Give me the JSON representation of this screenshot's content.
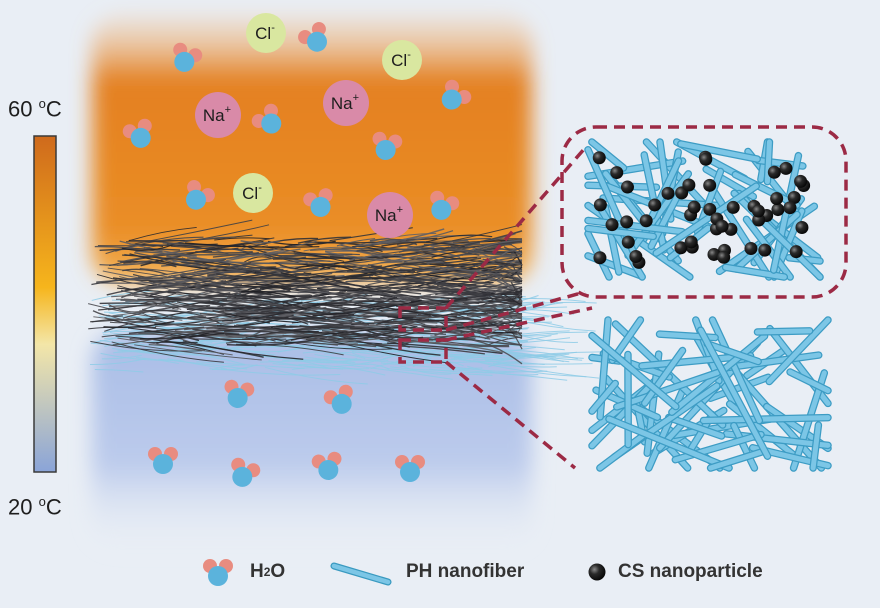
{
  "temperature": {
    "top": {
      "value": "60",
      "unit_sup": "o",
      "unit": "C"
    },
    "bottom": {
      "value": "20",
      "unit_sup": "o",
      "unit": "C"
    }
  },
  "ions": {
    "chloride": {
      "symbol": "Cl",
      "charge": "-",
      "color": "#d9e7a0"
    },
    "sodium": {
      "symbol": "Na",
      "charge": "+",
      "color": "#d98aa8"
    }
  },
  "legend": {
    "water": {
      "prefix": "H",
      "sub": "2",
      "suffix": "O"
    },
    "nanofiber": "PH nanofiber",
    "nanoparticle": "CS nanoparticle"
  },
  "colors": {
    "hot": "#e07a1e",
    "cold": "#9bb4e0",
    "fiber": "#7cc6e6",
    "particle": "#222222",
    "zoom_box": "#9c2a45",
    "oxygen": "#5bb3dc",
    "hydrogen": "#e88c80"
  }
}
